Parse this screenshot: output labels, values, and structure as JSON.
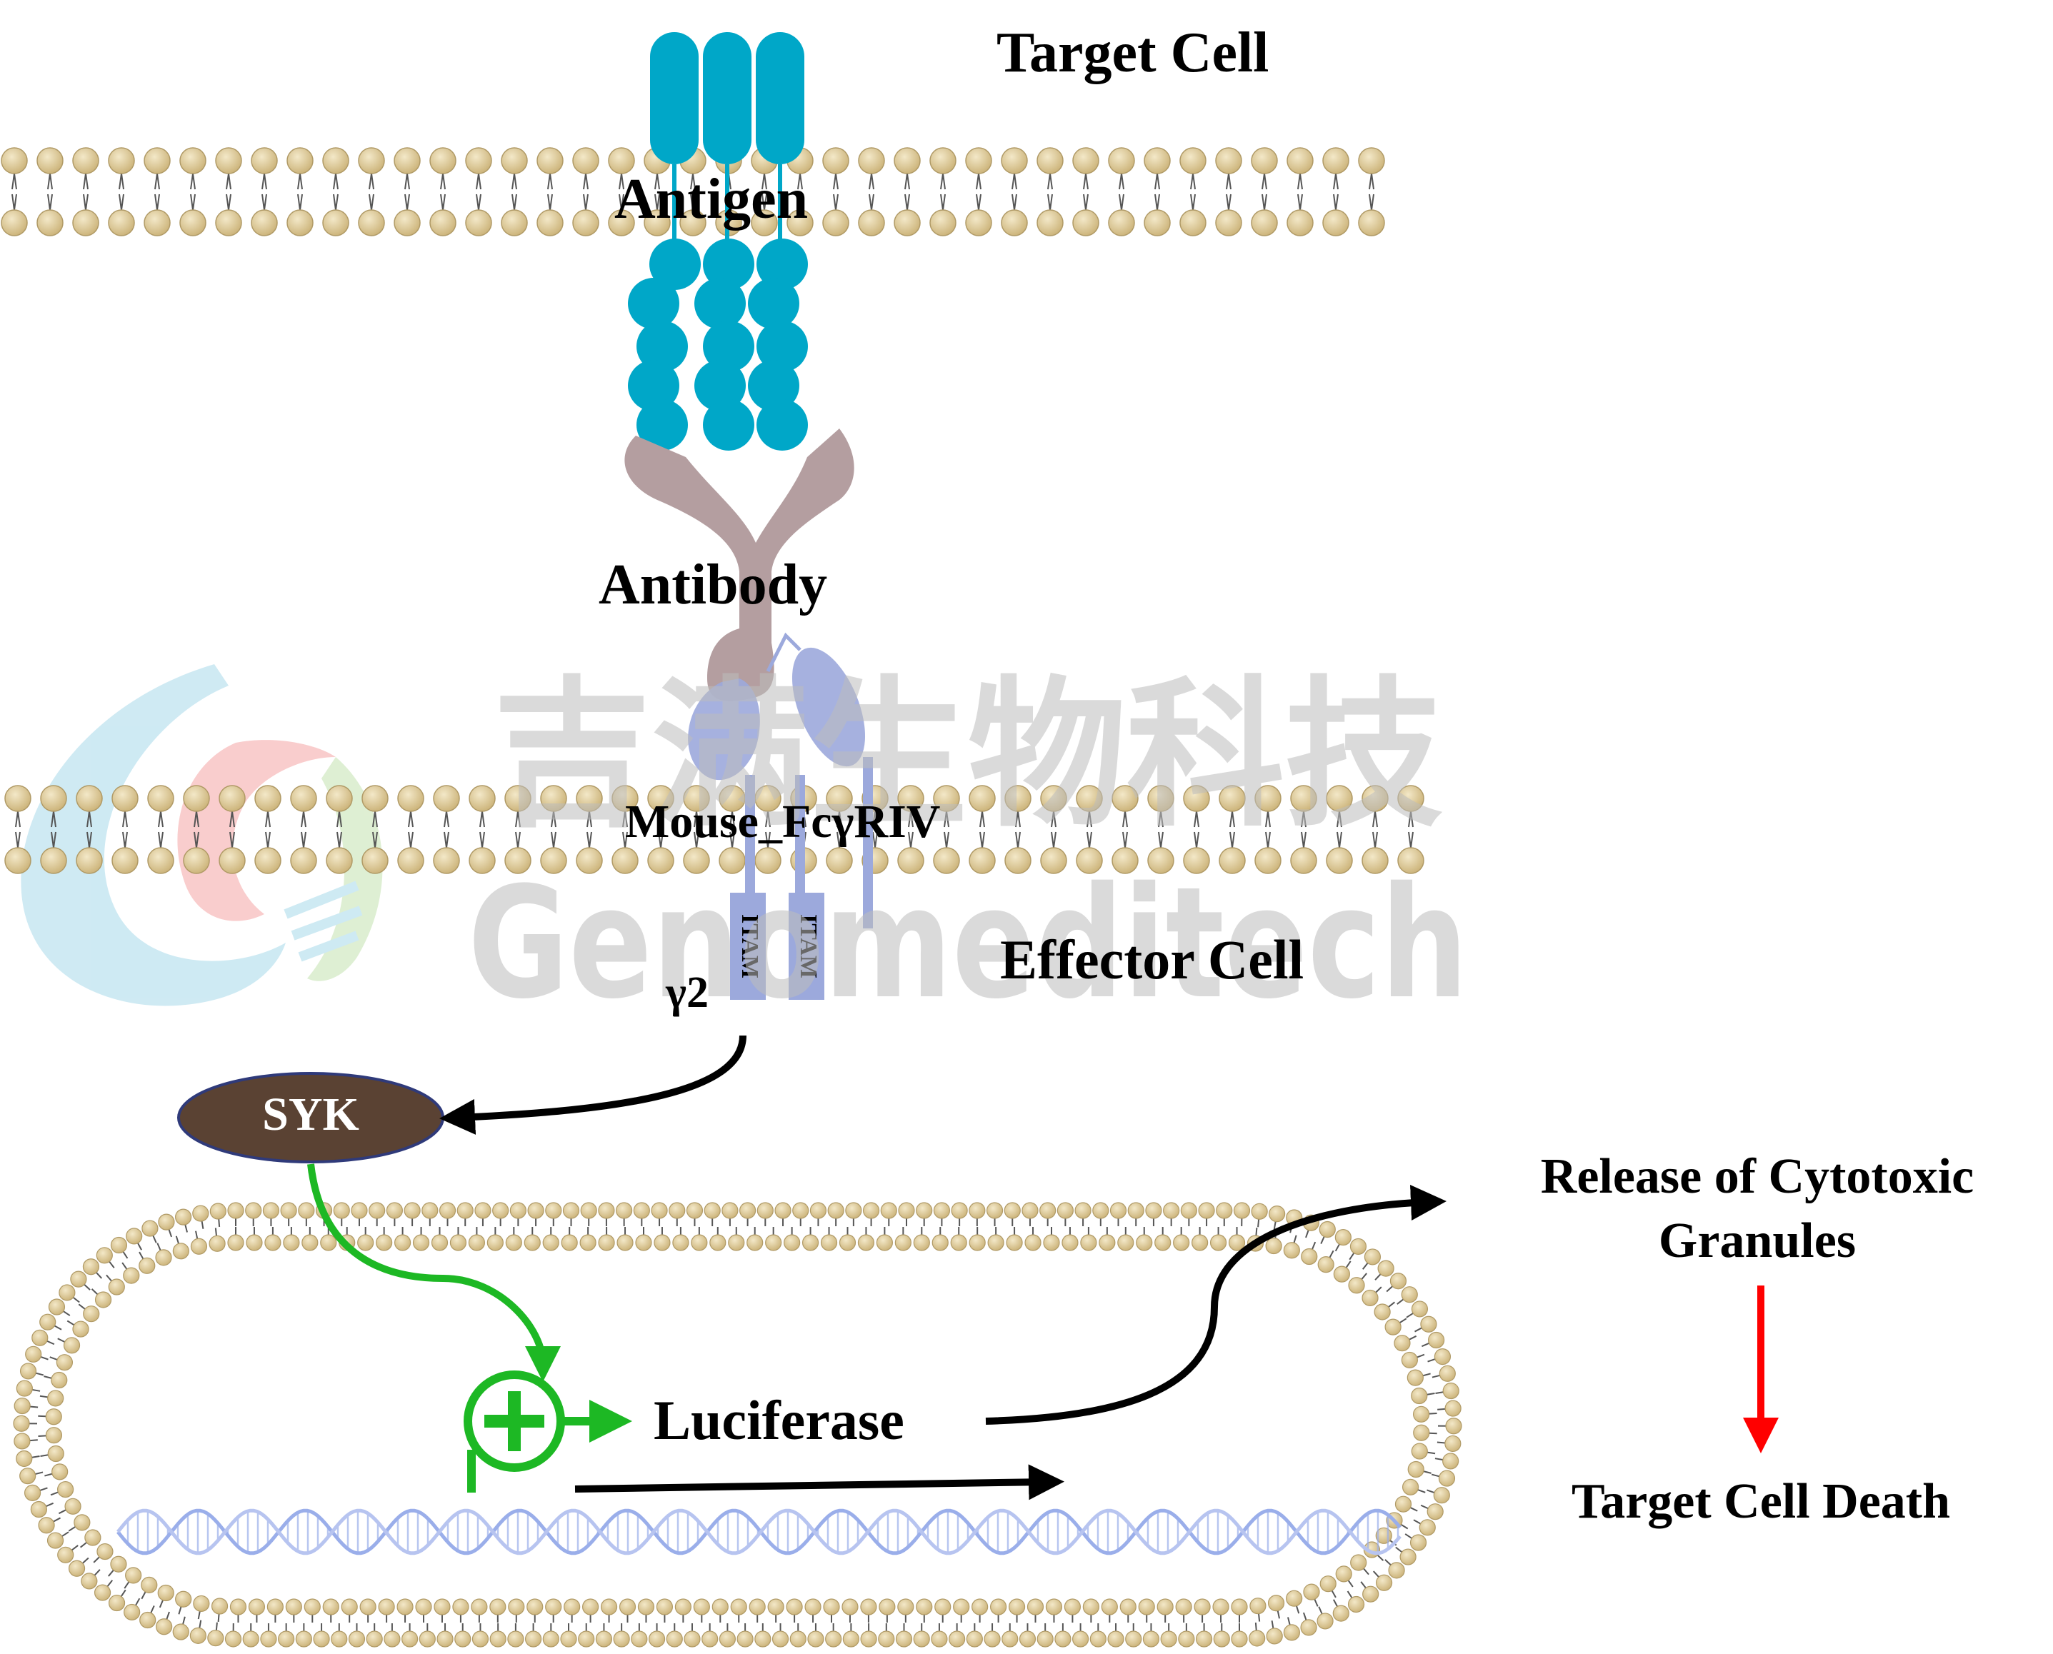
{
  "labels": {
    "target_cell": "Target Cell",
    "antigen": "Antigen",
    "antibody": "Antibody",
    "receptor": "Mouse_FcγRIV",
    "effector_cell": "Effector Cell",
    "gamma_chain": "γ2",
    "itam": "ITAM",
    "syk": "SYK",
    "luciferase": "Luciferase",
    "release_line1": "Release of Cytotoxic",
    "release_line2": "Granules",
    "target_cell_death": "Target Cell Death"
  },
  "watermark": {
    "chinese": "吉满生物科技",
    "latin": "Genomeditech"
  },
  "colors": {
    "antigen": "#00a7c8",
    "antibody": "#b49ea0",
    "receptor": "#9ca9dc",
    "itam": "#9ca9dc",
    "membrane_head": "#dccba0",
    "syk_fill": "#5a4233",
    "syk_stroke": "#2f3a7a",
    "activator": "#1db824",
    "inhibit_arrow": "#ff0000",
    "arrow": "#000000",
    "dna": "#9aaeea",
    "watermark": "#cbcbcb"
  }
}
